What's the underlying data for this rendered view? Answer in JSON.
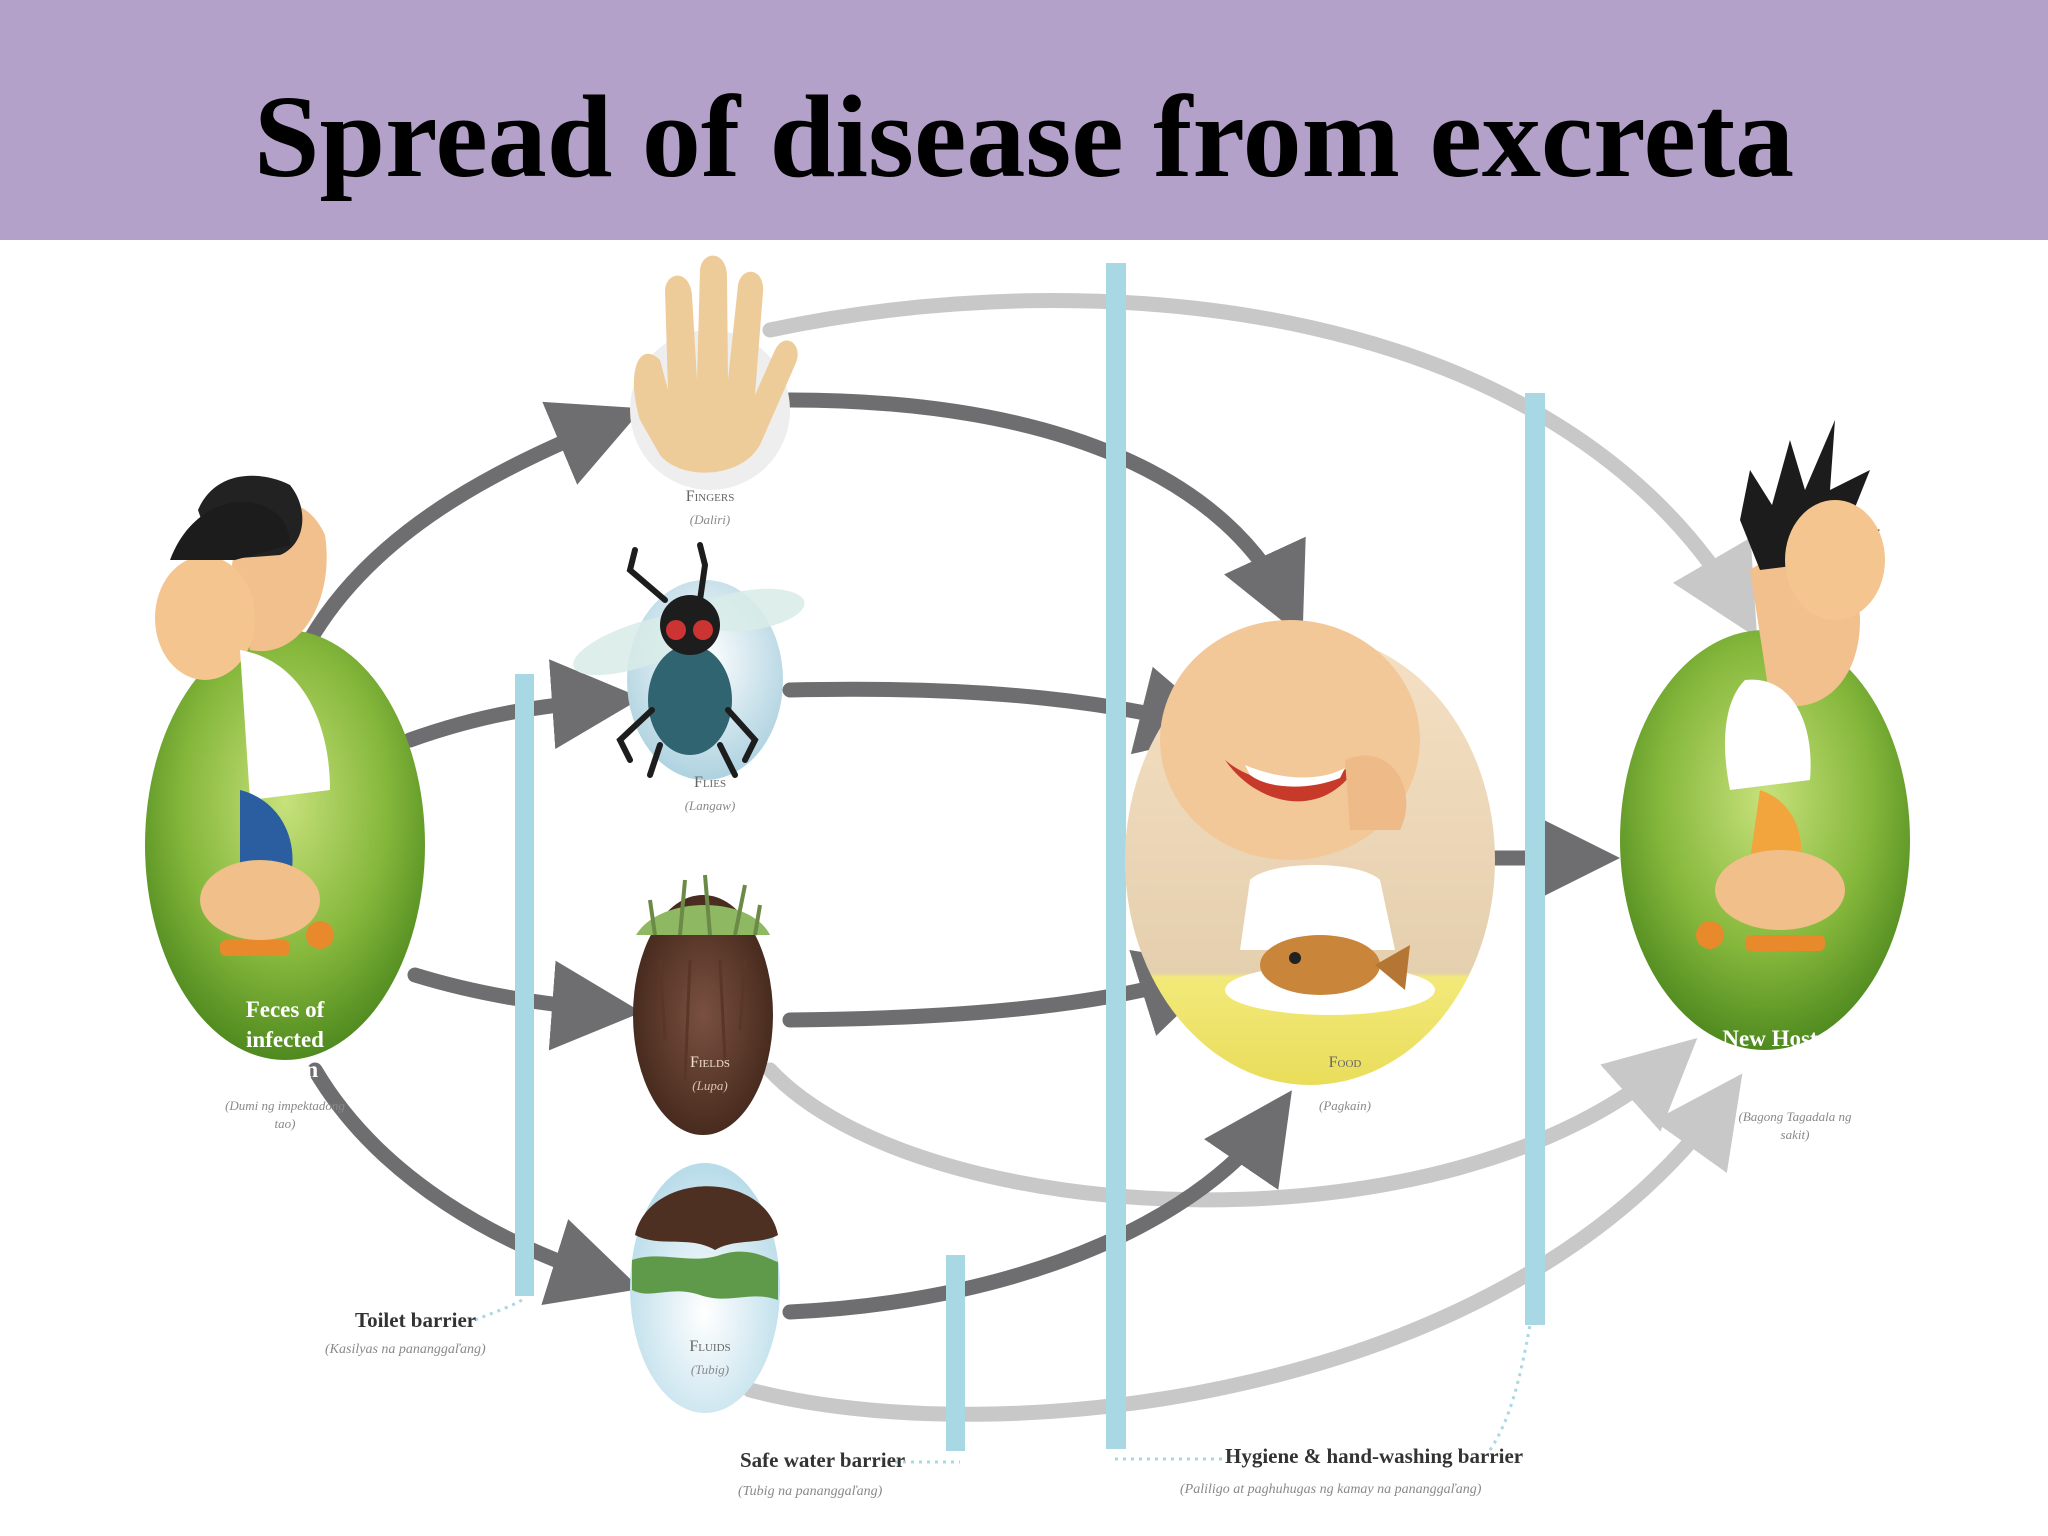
{
  "title": "Spread of disease from excreta",
  "colors": {
    "header_bg": "#b3a1c9",
    "dark_arrow": "#6e6e70",
    "light_arrow": "#cccccc",
    "barrier": "#a8d8e4"
  },
  "nodes": {
    "source": {
      "label": "Feces of infected person",
      "sublabel": "(Dumi ng impektadong tao)"
    },
    "fingers": {
      "label": "Fingers",
      "sublabel": "(Daliri)"
    },
    "flies": {
      "label": "Flies",
      "sublabel": "(Langaw)"
    },
    "fields": {
      "label": "Fields",
      "sublabel": "(Lupa)"
    },
    "fluids": {
      "label": "Fluids",
      "sublabel": "(Tubig)"
    },
    "food": {
      "label": "Food",
      "sublabel": "(Pagkain)"
    },
    "host": {
      "label": "New Host",
      "sublabel": "(Bagong Tagadala ng sakit)"
    }
  },
  "barriers": {
    "toilet": {
      "label": "Toilet barrier",
      "sublabel": "(Kasilyas na pananggaľang)"
    },
    "water": {
      "label": "Safe water barrier",
      "sublabel": "(Tubig na pananggaľang)"
    },
    "hygiene": {
      "label": "Hygiene & hand-washing barrier",
      "sublabel": "(Paliligo at paghuhugas ng kamay na pananggaľang)"
    }
  }
}
